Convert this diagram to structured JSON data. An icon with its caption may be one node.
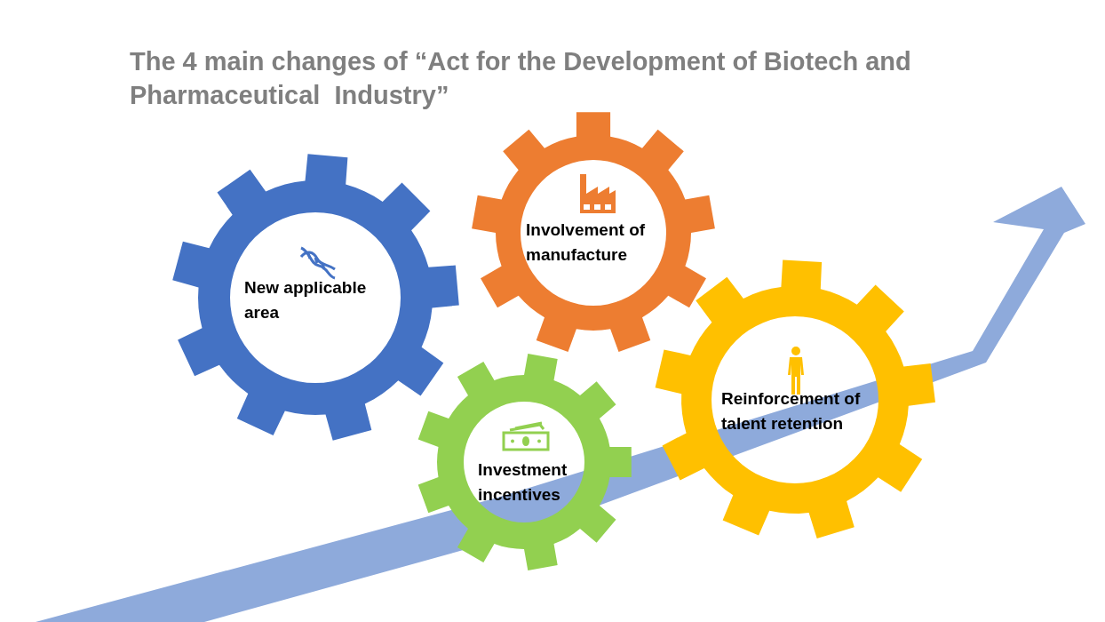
{
  "diagram": {
    "title": "The 4 main changes of “Act for the Development of Biotech and Pharmaceutical  Industry”",
    "nodes": [
      {
        "text": [
          "New applicable area"
        ]
      },
      {
        "text": [
          "Involvement of manufacture"
        ]
      },
      {
        "text": [
          "Investment incentives"
        ]
      },
      {
        "text": [
          "Reinforcement of talent retention"
        ]
      }
    ]
  }
}
